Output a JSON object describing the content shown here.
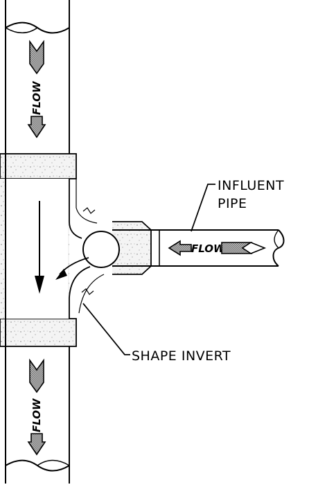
{
  "labels": {
    "influent_line1": "INFLUENT",
    "influent_line2": "PIPE",
    "shape_invert": "SHAPE INVERT",
    "flow_top": "FLOW",
    "flow_bottom": "FLOW",
    "flow_influent": "FLOW"
  },
  "colors": {
    "line": "#000000",
    "background": "#ffffff",
    "concrete_fill": "#f3f3f3",
    "arrow_fill": "#9a9a9a"
  }
}
